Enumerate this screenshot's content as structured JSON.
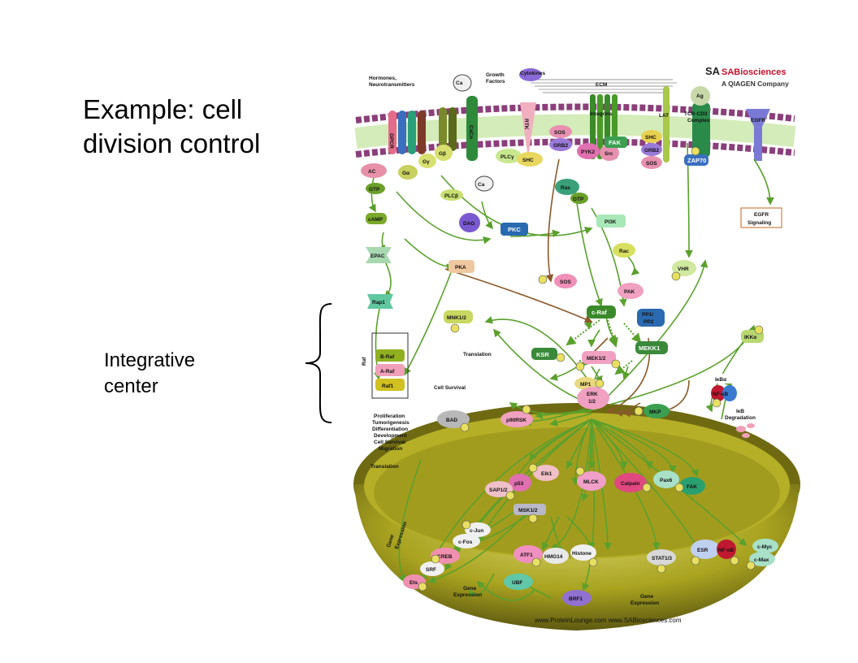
{
  "slide": {
    "title_line1": "Example:  cell",
    "title_line2": "division  control",
    "integrative_line1": "Integrative",
    "integrative_line2": "center"
  },
  "brand": {
    "logo_mark": "SA",
    "name": "SABiosciences",
    "sub": "A QIAGEN Company"
  },
  "footer": "www.ProteinLounge.com    www.SABiosciences.com",
  "labels": {
    "hormones1": "Hormones,",
    "hormones2": "Neurotransmitters",
    "ca": "Ca",
    "growth1": "Growth",
    "growth2": "Factors",
    "cytokines": "Cytokines",
    "ecm": "ECM",
    "integrins": "Integrins",
    "lat": "LAT",
    "ag": "Ag",
    "tcr1": "TCR-CD3",
    "tcr2": "Complex",
    "egfr": "EGFR",
    "gpcr": "GPCR",
    "cacn": "CaCn",
    "rtk": "RTK",
    "ac": "AC",
    "galpha": "Gα",
    "ggamma": "Gγ",
    "gbeta": "Gβ",
    "plcg": "PLCγ",
    "shc1": "SHC",
    "sos1": "SOS",
    "grb2a": "GRB2",
    "pyk2": "PYK2",
    "src": "Src",
    "fak1": "FAK",
    "shc2": "SHC",
    "grb2b": "GRB2",
    "sos2": "SOS",
    "zap70": "ZAP70",
    "gtp1": "GTP",
    "plcb": "PLCβ",
    "ca2": "Ca",
    "ras": "Ras",
    "gtp2": "GTP",
    "egfr_sig1": "EGFR",
    "egfr_sig2": "Signaling",
    "camp": "cAMP",
    "dag": "DAG",
    "pkc": "PKC",
    "pi3k": "PI3K",
    "epac": "EPAC",
    "rac": "Rac",
    "pka": "PKA",
    "vhr": "VHR",
    "sos3": "SOS",
    "pak": "PAK",
    "rap1": "Rap1",
    "mnk": "MNK1/2",
    "craf": "c-Raf",
    "pp12a": "PP1/",
    "pp12b": "PP2",
    "ikka": "IKKα",
    "braf": "B-Raf",
    "araf": "A-Raf",
    "raf1": "Raf1",
    "raf_side": "Raf",
    "translation1": "Translation",
    "ksr": "KSR",
    "mek": "MEK1/2",
    "mekk1": "MEKK1",
    "mp1": "MP1",
    "erk1": "ERK",
    "erk2": "1/2",
    "ikba": "IκBα",
    "nfkb1": "NF-κB",
    "ikb_deg1": "IκB",
    "ikb_deg2": "Degradation",
    "cell_survival": "Cell Survival",
    "bad": "BAD",
    "p90rsk": "p90RSK",
    "mkp": "MKP",
    "prolif1": "Proliferation",
    "prolif2": "Tumorigenesis",
    "prolif3": "Differentiation",
    "prolif4": "Development",
    "prolif5": "Cell Survival",
    "prolif6": "Migration",
    "translation2": "Translation",
    "elk1": "Elk1",
    "p53": "p53",
    "sap": "SAP1/2",
    "mlck": "MLCK",
    "calpain": "Calpain",
    "pax6": "Pax6",
    "fak2": "FAK",
    "msk": "MSK1/2",
    "cjun": "c-Jun",
    "cfos": "c-Fos",
    "creb": "CREB",
    "srf": "SRF",
    "ets": "Ets",
    "atf1": "ATF1",
    "hmg14": "HMG14",
    "histone": "Histone",
    "stat": "STAT1/3",
    "esr": "ESR",
    "nfkb2": "NF-κB",
    "cmyc": "c-Myc",
    "cmax": "c-Max",
    "gene_expr_v1": "Gene",
    "gene_expr_v2": "Expression",
    "gene_expr_a1": "Gene",
    "gene_expr_a2": "Expression",
    "ubf": "UBF",
    "brf1": "BRF1",
    "gene_expr_b1": "Gene",
    "gene_expr_b2": "Expression",
    "p": "P"
  },
  "colors": {
    "membrane": "#8a3f7a",
    "membrane_light": "#c98ab9",
    "nucleus": "#b8b22a",
    "nucleus_dark": "#4f4a08",
    "arrow": "#5aa02c",
    "brand_red": "#c8102e"
  }
}
